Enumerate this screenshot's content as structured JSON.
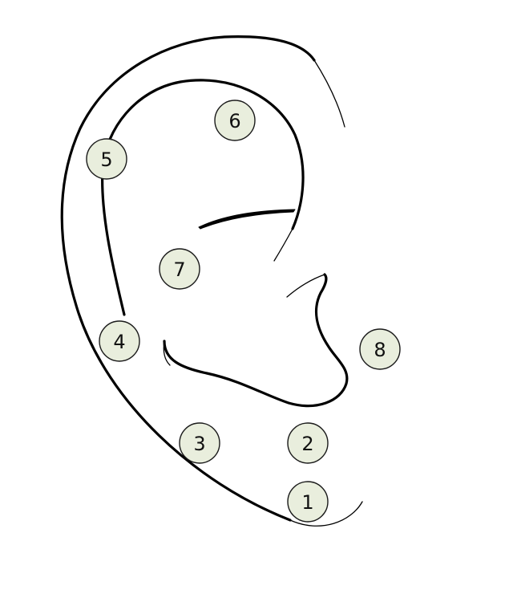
{
  "diagram": {
    "marker_fill": "#e9eedd",
    "line_color": "#000000",
    "markers": [
      {
        "label": "1"
      },
      {
        "label": "2"
      },
      {
        "label": "3"
      },
      {
        "label": "4"
      },
      {
        "label": "5"
      },
      {
        "label": "6"
      },
      {
        "label": "7"
      },
      {
        "label": "8"
      }
    ]
  }
}
